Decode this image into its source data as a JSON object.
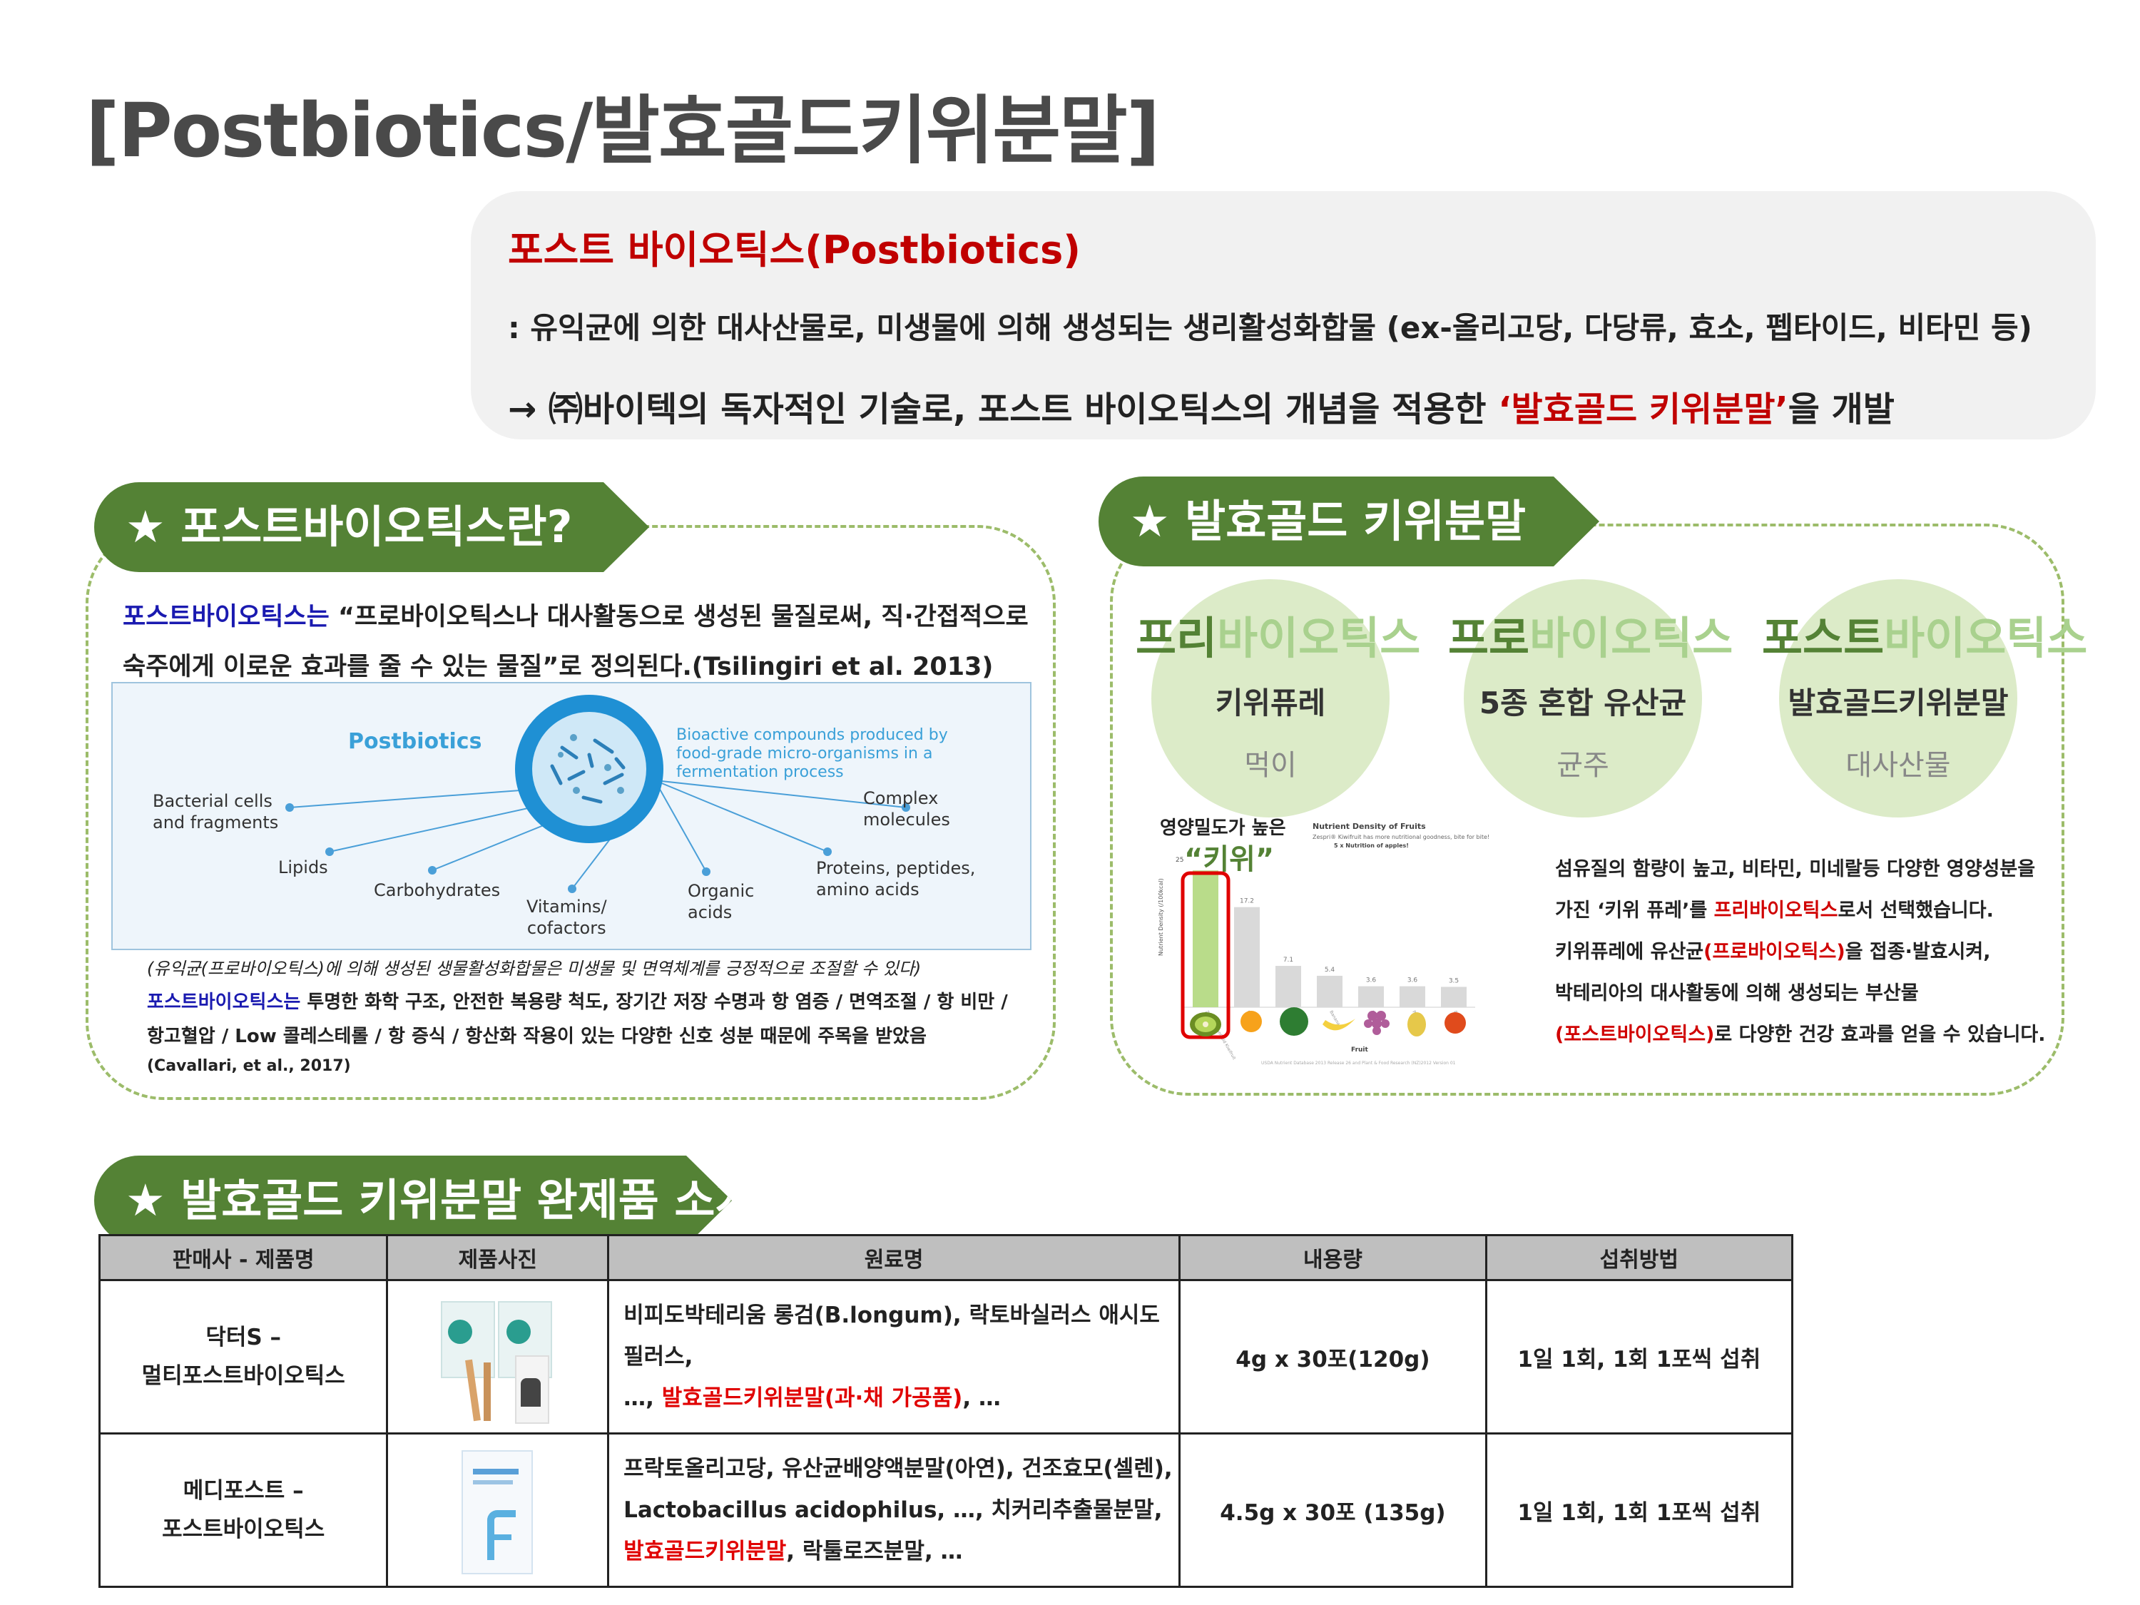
{
  "title": "[Postbiotics/발효골드키위분말]",
  "definition": {
    "heading": "포스트 바이오틱스(Postbiotics)",
    "line1": ": 유익균에 의한 대사산물로, 미생물에 의해 생성되는 생리활성화합물 (ex-올리고당, 다당류, 효소, 펩타이드, 비타민 등)",
    "line2_prefix": "→ ㈜바이텍의 독자적인 기술로, 포스트 바이오틱스의 개념을 적용한 ",
    "line2_highlight": "‘발효골드 키위분말’",
    "line2_suffix": "을 개발"
  },
  "left_panel": {
    "banner": "★ 포스트바이오틱스란?",
    "def_term": "포스트바이오틱스는",
    "def_rest": " “프로바이오틱스나 대사활동으로 생성된 물질로써, 직·간접적으로",
    "def_line2": "숙주에게 이로운 효과를 줄 수 있는 물질”로 정의된다.(Tsilingiri et al. 2013)",
    "diagram": {
      "center_label": "Postbiotics",
      "center_desc_1": "Bioactive compounds produced  by",
      "center_desc_2": "food-grade micro-organisms in a",
      "center_desc_3": "fermentation process",
      "nodes": [
        {
          "l1": "Bacterial cells",
          "l2": "and fragments"
        },
        {
          "l1": "Lipids",
          "l2": ""
        },
        {
          "l1": "Carbohydrates",
          "l2": ""
        },
        {
          "l1": "Vitamins/",
          "l2": "cofactors"
        },
        {
          "l1": "Organic",
          "l2": "acids"
        },
        {
          "l1": "Proteins, peptides,",
          "l2": "amino acids"
        },
        {
          "l1": "Complex",
          "l2": "molecules"
        }
      ]
    },
    "note": "(유익균(프로바이오틱스)에  의해 생성된 생물활성화합물은  미생물 및 면역체계를 긍정적으로 조절할 수 있다)",
    "desc_term": "포스트바이오틱스는",
    "desc_rest": " 투명한 화학 구조, 안전한 복용량 척도, 장기간 저장 수명과 항 염증 / 면역조절 / 항 비만 /",
    "desc_line2": "항고혈압 / Low 콜레스테롤 / 항 증식 / 항산화 작용이 있는 다양한 신호 성분 때문에 주목을 받았음",
    "citation": "(Cavallari, et al., 2017)"
  },
  "right_panel": {
    "banner": "★ 발효골드 키위분말",
    "categories": [
      {
        "a": "프리",
        "b": "바이오틱스",
        "label": "키위퓨레",
        "sub": "먹이"
      },
      {
        "a": "프로",
        "b": "바이오틱스",
        "label": "5종 혼합 유산균",
        "sub": "균주"
      },
      {
        "a": "포스트",
        "b": "바이오틱스",
        "label": "발효골드키위분말",
        "sub": "대사산물"
      }
    ],
    "chart_caption": "영양밀도가 높은",
    "chart_highlight": "“키위”",
    "chart_data": {
      "type": "bar",
      "title": "Nutrient Density of Fruits",
      "subtitle_1": "Zespri® Kiwifruit has more nutritional goodness, bite for bite!",
      "subtitle_2": "5 x Nutrition of apples!",
      "ylabel": "Nutrient Density (/100kcal)",
      "xlabel": "Fruit",
      "source": "USDA Nutrient Database 2013 Release 26 and Plant & Food Research (NZ)2012 Version 01",
      "y_tick": "25",
      "categories": [
        "Zespri® SunGold Kiwifruit",
        "Oranges",
        "Watermelon",
        "Bananas",
        "Grapes",
        "Pears",
        "Apples"
      ],
      "values": [
        23.5,
        17.2,
        7.1,
        5.4,
        3.6,
        3.6,
        3.5
      ],
      "value_labels": [
        "",
        "17.2",
        "7.1",
        "5.4",
        "3.6",
        "3.6",
        "3.5"
      ],
      "ylim": [
        0,
        25
      ],
      "highlight_color": "#b9dc8a",
      "bar_color": "#d9d9d9",
      "highlight_box_color": "#e00000"
    },
    "text_lines": [
      {
        "pre": "섬유질의 함량이 높고, 비타민, 미네랄등 다양한 영양성분을",
        "red": "",
        "post": ""
      },
      {
        "pre": "가진 ‘키위 퓨레’를 ",
        "red": "프리바이오틱스",
        "post": "로서 선택했습니다."
      },
      {
        "pre": "키위퓨레에 유산균",
        "red": "(프로바이오틱스)",
        "post": "을 접종·발효시켜,"
      },
      {
        "pre": "박테리아의 대사활동에 의해 생성되는 부산물",
        "red": "",
        "post": ""
      },
      {
        "pre": "",
        "red": "(포스트바이오틱스)",
        "post": "로 다양한 건강 효과를 얻을 수 있습니다."
      }
    ]
  },
  "products": {
    "banner": "★ 발효골드 키위분말 완제품 소개",
    "headers": [
      "판매사 - 제품명",
      "제품사진",
      "원료명",
      "내용량",
      "섭취방법"
    ],
    "rows": [
      {
        "seller": "닥터S –",
        "name": "멀티포스트바이오틱스",
        "ing1": "비피도박테리움 롱검(B.longum), 락토바실러스 애시도필러스,",
        "ing2_pre": "…, ",
        "ing2_red": "발효골드키위분말(과·채 가공품)",
        "ing2_post": ", …",
        "ing3_red": "",
        "ing3_post": "",
        "amount": "4g x 30포(120g)",
        "intake": "1일 1회, 1회 1포씩 섭취"
      },
      {
        "seller": "메디포스트 –",
        "name": "포스트바이오틱스",
        "ing1": "프락토올리고당, 유산균배양액분말(아연), 건조효모(셀렌),",
        "ing2_pre": "Lactobacillus acidophilus, …, 치커리추출물분말,",
        "ing2_red": "",
        "ing2_post": "",
        "ing3_red": "발효골드키위분말",
        "ing3_post": ", 락툴로즈분말, …",
        "amount": "4.5g x 30포 (135g)",
        "intake": "1일 1회, 1회 1포씩 섭취"
      }
    ]
  }
}
